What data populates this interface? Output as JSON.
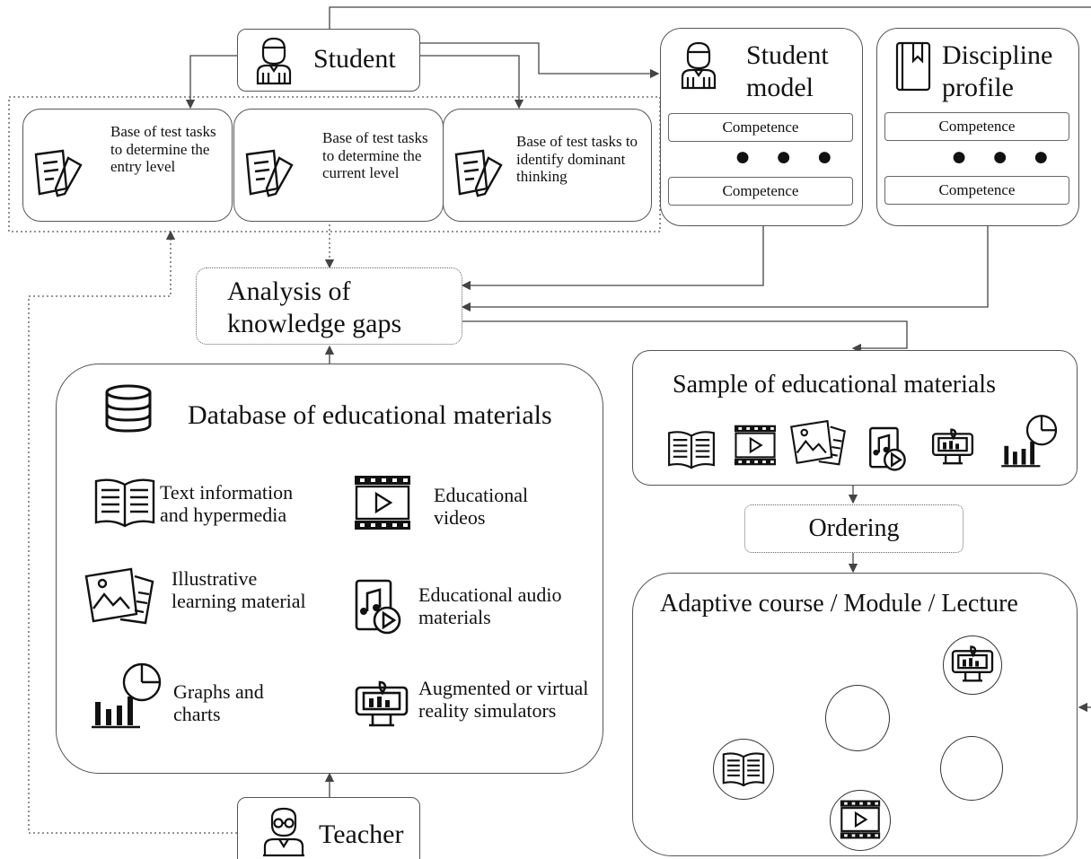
{
  "student": {
    "label": "Student",
    "icon": "student-icon"
  },
  "teacher": {
    "label": "Teacher",
    "icon": "teacher-icon"
  },
  "test_bases": [
    {
      "text": "Base of test tasks to determine the entry level",
      "icon": "test-pencil-icon"
    },
    {
      "text": "Base of test tasks to determine the current level",
      "icon": "test-pencil-icon"
    },
    {
      "text": "Base of test tasks to identify dominant thinking",
      "icon": "test-pencil-icon"
    }
  ],
  "student_model": {
    "title": "Student model",
    "competence_top": "Competence",
    "ellipsis": "● ● ●",
    "competence_bottom": "Competence",
    "icon": "student-icon"
  },
  "discipline_profile": {
    "title": "Discipline profile",
    "competence_top": "Competence",
    "ellipsis": "● ● ●",
    "competence_bottom": "Competence",
    "icon": "book-icon"
  },
  "analysis": {
    "label": "Analysis of knowledge gaps"
  },
  "database": {
    "title": "Database of educational materials",
    "icon": "database-icon",
    "left_items": [
      {
        "label": "Text information and hypermedia",
        "icon": "open-book-icon"
      },
      {
        "label": "Illustrative learning material",
        "icon": "illustration-icon"
      },
      {
        "label": "Graphs and charts",
        "icon": "chart-icon"
      }
    ],
    "right_items": [
      {
        "label": "Educational videos",
        "icon": "film-icon"
      },
      {
        "label": "Educational audio materials",
        "icon": "audio-icon"
      },
      {
        "label": "Augmented or virtual reality simulators",
        "icon": "vr-icon"
      }
    ]
  },
  "sample": {
    "title": "Sample of educational materials"
  },
  "ordering": {
    "label": "Ordering"
  },
  "adaptive": {
    "title": "Adaptive course / Module / Lecture"
  }
}
